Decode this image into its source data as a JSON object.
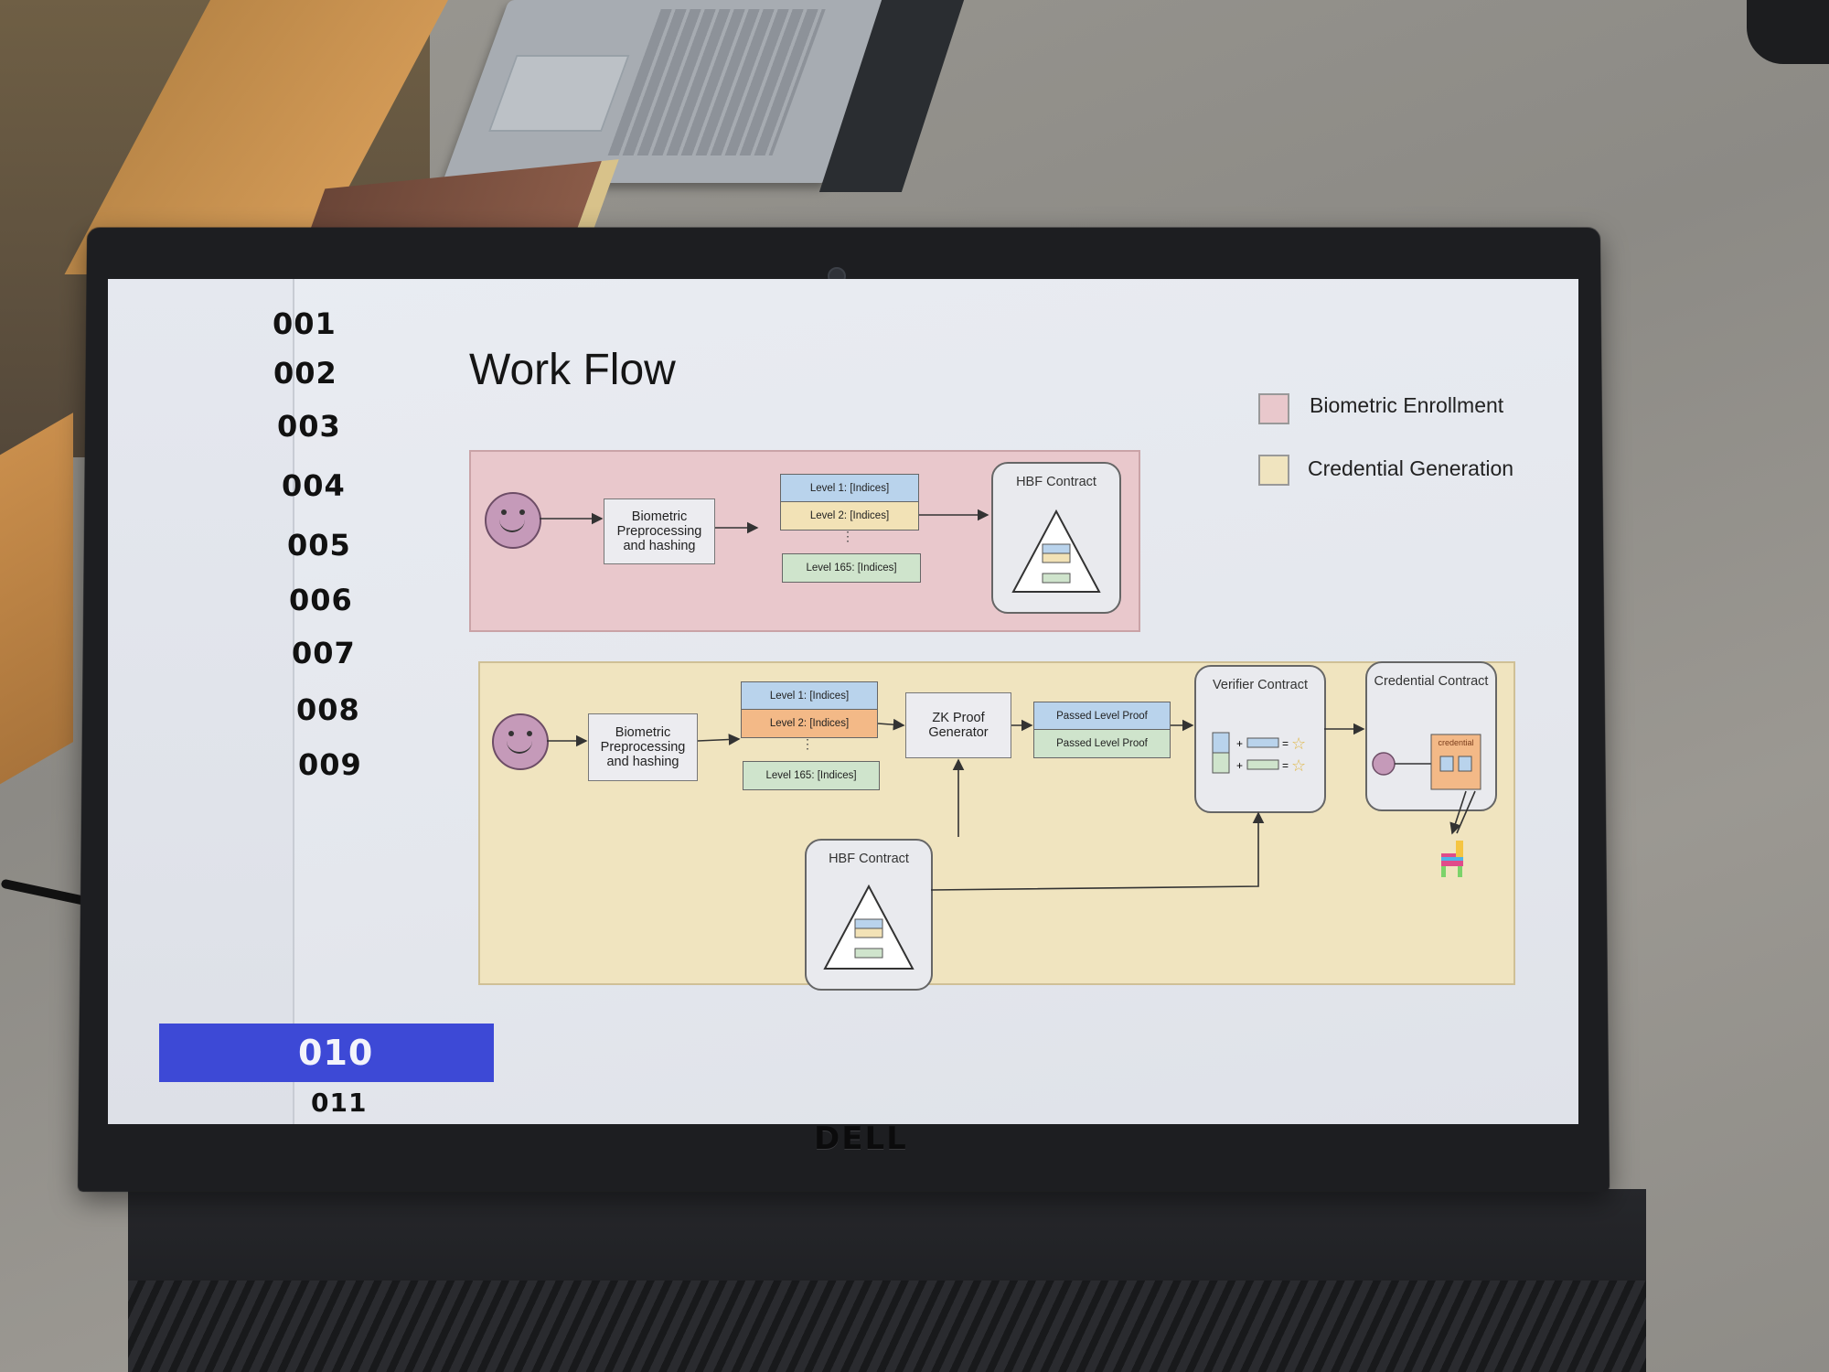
{
  "device": {
    "brand": "DELL"
  },
  "sidebar": {
    "items": [
      {
        "label": "001"
      },
      {
        "label": "002"
      },
      {
        "label": "003"
      },
      {
        "label": "004"
      },
      {
        "label": "005"
      },
      {
        "label": "006"
      },
      {
        "label": "007"
      },
      {
        "label": "008"
      },
      {
        "label": "009"
      },
      {
        "label": "010",
        "active": true
      },
      {
        "label": "011"
      }
    ]
  },
  "slide": {
    "title": "Work Flow",
    "legend": [
      {
        "label": "Biometric Enrollment",
        "color": "#e9c8cc"
      },
      {
        "label": "Credential Generation",
        "color": "#f0e4bf"
      }
    ],
    "enrollment": {
      "preprocessing": "Biometric Preprocessing and hashing",
      "level1": "Level 1: [Indices]",
      "level2": "Level 2: [Indices]",
      "level165": "Level 165: [Indices]",
      "dots": "⋮",
      "contract": "HBF Contract"
    },
    "generation": {
      "preprocessing": "Biometric Preprocessing and hashing",
      "level1": "Level 1: [Indices]",
      "level2": "Level 2: [Indices]",
      "level165": "Level 165: [Indices]",
      "dots": "⋮",
      "zk": "ZK Proof Generator",
      "passed1": "Passed Level Proof",
      "passed2": "Passed Level Proof",
      "verifier": "Verifier Contract",
      "credential_contract": "Credential Contract",
      "credential_tag": "credential",
      "hbf": "HBF Contract"
    }
  },
  "colors": {
    "accent": "#3d49d6",
    "enroll": "#e9c8cc",
    "generate": "#f0e4bf"
  }
}
